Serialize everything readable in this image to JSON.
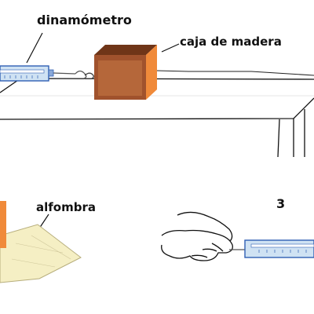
{
  "labels": {
    "dinamometro": "dinamómetro",
    "caja": "caja de madera",
    "alfombra": "alfombra",
    "figure_number": "3"
  },
  "colors": {
    "dynamometer_tube": "#cfe2f3",
    "dynamometer_edge": "#2f5fb3",
    "box_front": "#a0522d",
    "box_inner": "#b5673a",
    "box_top": "#6f3518",
    "box_side": "#f08a3a",
    "carpet": "#f5efc4",
    "table_stroke": "#111111"
  },
  "icons": [
    "hand-icon"
  ]
}
